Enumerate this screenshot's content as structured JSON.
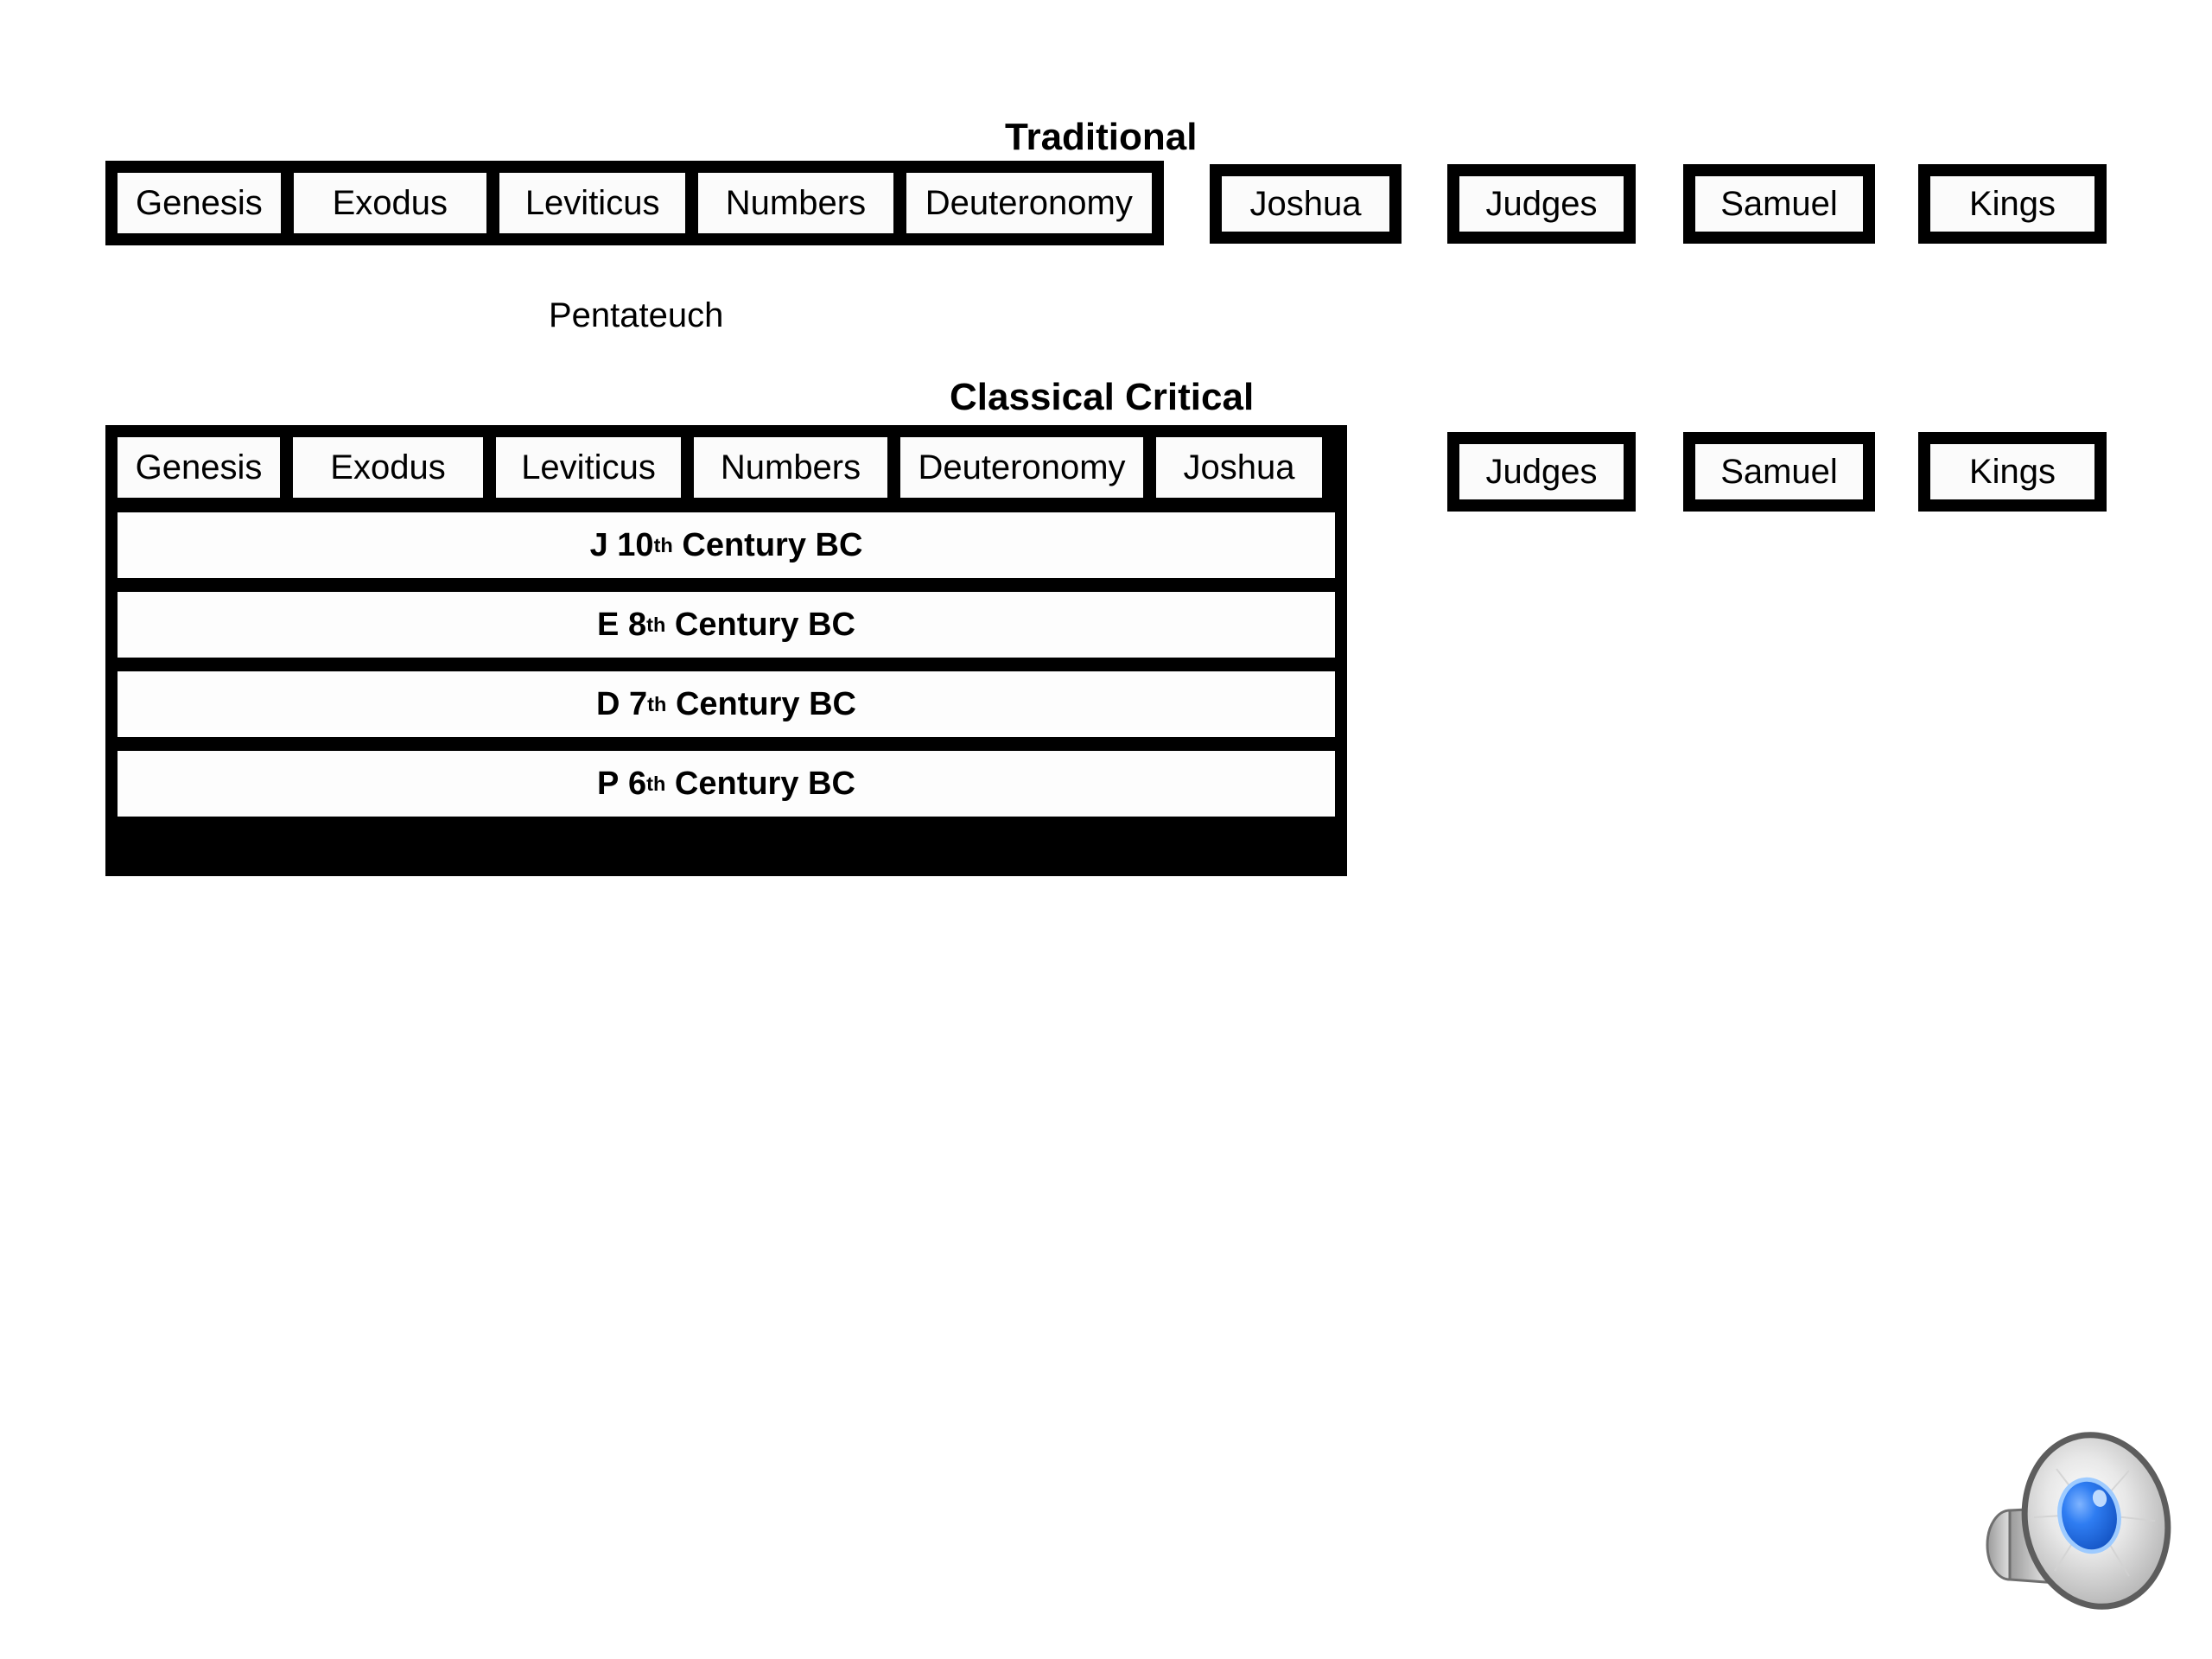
{
  "diagram": {
    "title_traditional": "Traditional",
    "title_classical": "Classical Critical",
    "caption_pentateuch": "Pentateuch",
    "traditional": {
      "grouped_books": [
        "Genesis",
        "Exodus",
        "Leviticus",
        "Numbers",
        "Deuteronomy"
      ],
      "standalone_books": [
        "Joshua",
        "Judges",
        "Samuel",
        "Kings"
      ]
    },
    "classical_critical": {
      "grouped_books": [
        "Genesis",
        "Exodus",
        "Leviticus",
        "Numbers",
        "Deuteronomy",
        "Joshua"
      ],
      "standalone_books": [
        "Judges",
        "Samuel",
        "Kings"
      ],
      "sources": [
        {
          "letter": "J",
          "ordinal_number": "10",
          "ordinal_suffix": "th",
          "tail": "Century BC"
        },
        {
          "letter": "E",
          "ordinal_number": "8",
          "ordinal_suffix": "th",
          "tail": "Century BC"
        },
        {
          "letter": "D",
          "ordinal_number": "7",
          "ordinal_suffix": "th",
          "tail": "Century BC"
        },
        {
          "letter": "P",
          "ordinal_number": "6",
          "ordinal_suffix": "th",
          "tail": "Century BC"
        }
      ]
    }
  },
  "media": {
    "speaker_icon_name": "speaker-audio-icon",
    "speaker_cone_color": "#c9c9c9",
    "speaker_dome_color": "#2a7bf0"
  },
  "colors": {
    "background": "#ffffff",
    "ink": "#000000",
    "cell_fill": "#fbfbfb"
  }
}
